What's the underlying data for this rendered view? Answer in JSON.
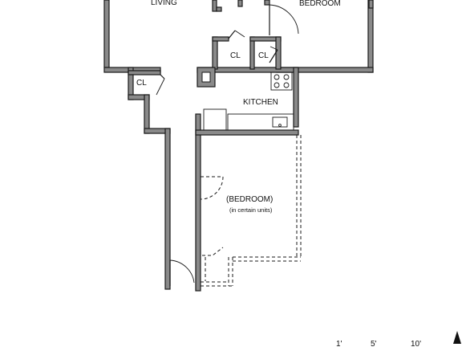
{
  "rooms": {
    "living": "LIVING",
    "bedroom": "BEDROOM",
    "kitchen": "KITCHEN",
    "bedroom_optional": "(BEDROOM)",
    "bedroom_optional_note": "(in certain units)",
    "closet_1": "CL",
    "closet_2": "CL",
    "closet_3": "CL"
  },
  "scale": {
    "mark_1": "1'",
    "mark_5": "5'",
    "mark_10": "10'"
  },
  "icons": {
    "north": "north-arrow-icon"
  }
}
